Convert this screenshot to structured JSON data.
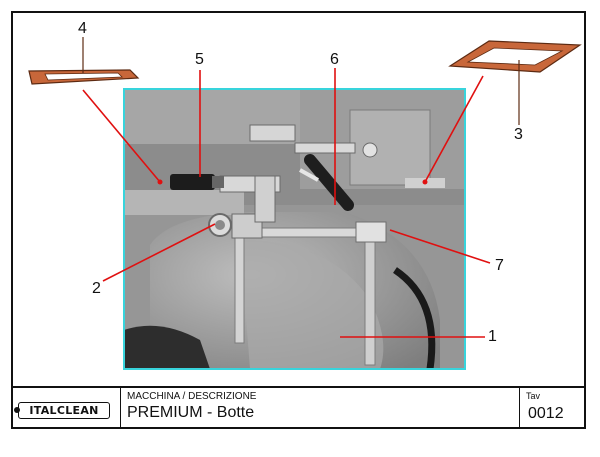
{
  "drawing": {
    "callouts": [
      {
        "id": "1",
        "label": "1"
      },
      {
        "id": "2",
        "label": "2"
      },
      {
        "id": "3",
        "label": "3"
      },
      {
        "id": "4",
        "label": "4"
      },
      {
        "id": "5",
        "label": "5"
      },
      {
        "id": "6",
        "label": "6"
      },
      {
        "id": "7",
        "label": "7"
      }
    ],
    "photo_frame_color": "#38d4dc",
    "gasket_color": "#c8673a",
    "leader_color": "#e01010"
  },
  "title_block": {
    "logo_text": "ITALCLEAN",
    "description_label": "MACCHINA / DESCRIZIONE",
    "description_value": "PREMIUM - Botte",
    "table_label": "Tav",
    "table_number": "0012"
  }
}
